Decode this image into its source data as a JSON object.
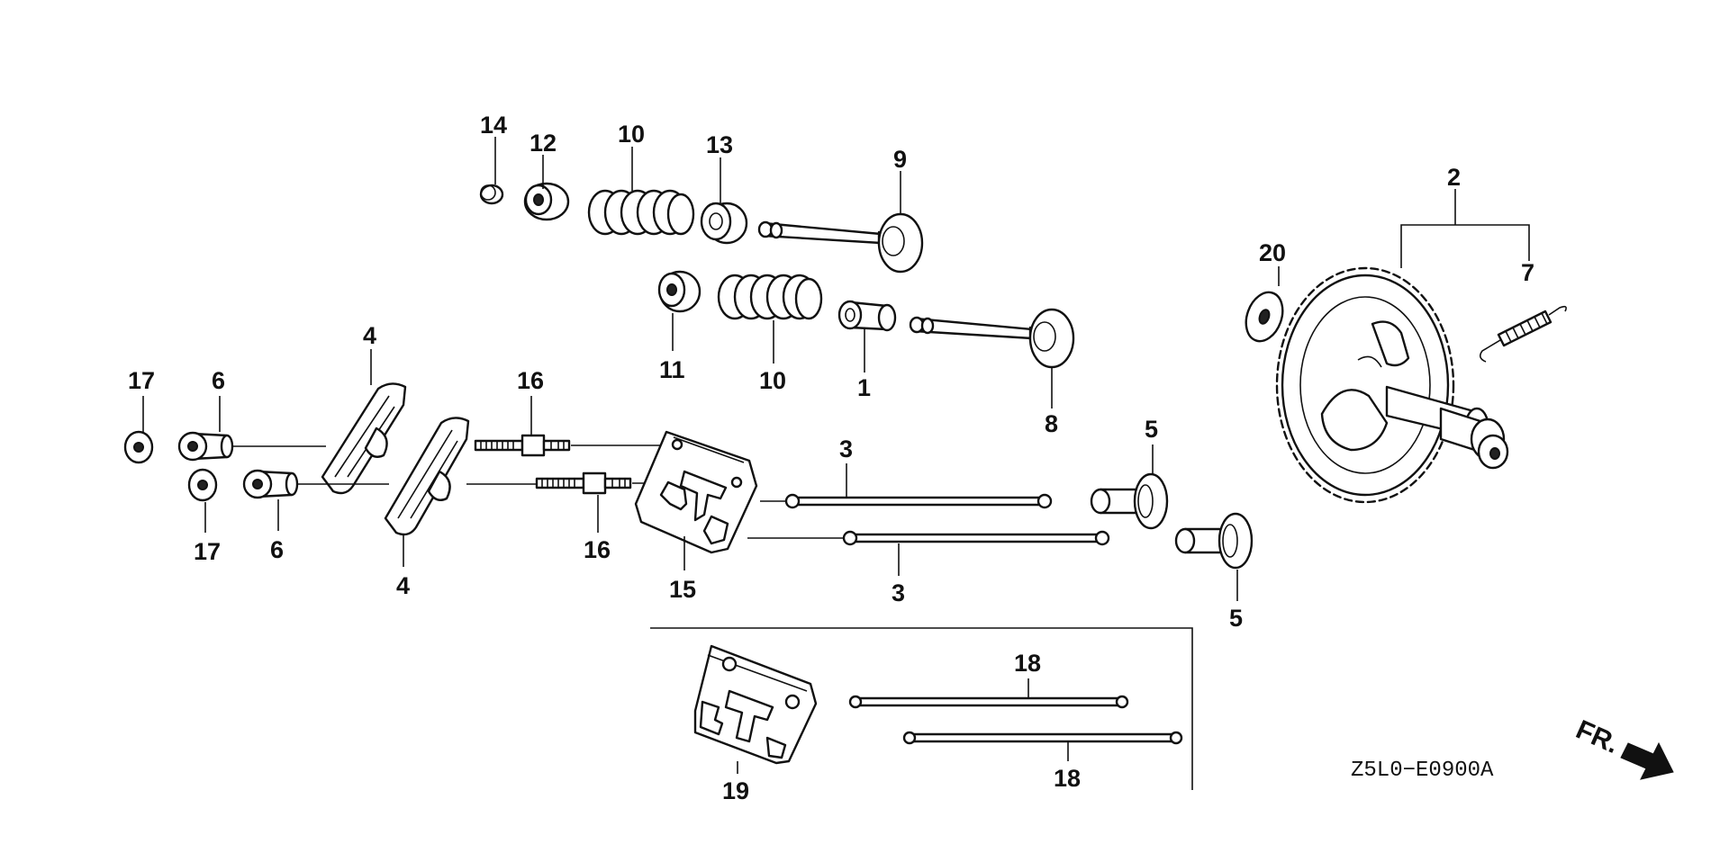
{
  "diagram": {
    "callouts": {
      "c1": "1",
      "c2": "2",
      "c3a": "3",
      "c3b": "3",
      "c4a": "4",
      "c4b": "4",
      "c5a": "5",
      "c5b": "5",
      "c6a": "6",
      "c6b": "6",
      "c7": "7",
      "c8": "8",
      "c9": "9",
      "c10a": "10",
      "c10b": "10",
      "c11": "11",
      "c12": "12",
      "c13": "13",
      "c14": "14",
      "c15": "15",
      "c16a": "16",
      "c16b": "16",
      "c17a": "17",
      "c17b": "17",
      "c18a": "18",
      "c18b": "18",
      "c19": "19",
      "c20": "20"
    },
    "diagram_code": "Z5L0−E0900A",
    "direction_label": "FR.",
    "icons": {
      "direction": "arrow-down-right-icon"
    },
    "colors": {
      "ink": "#111111",
      "paper": "#ffffff"
    }
  }
}
